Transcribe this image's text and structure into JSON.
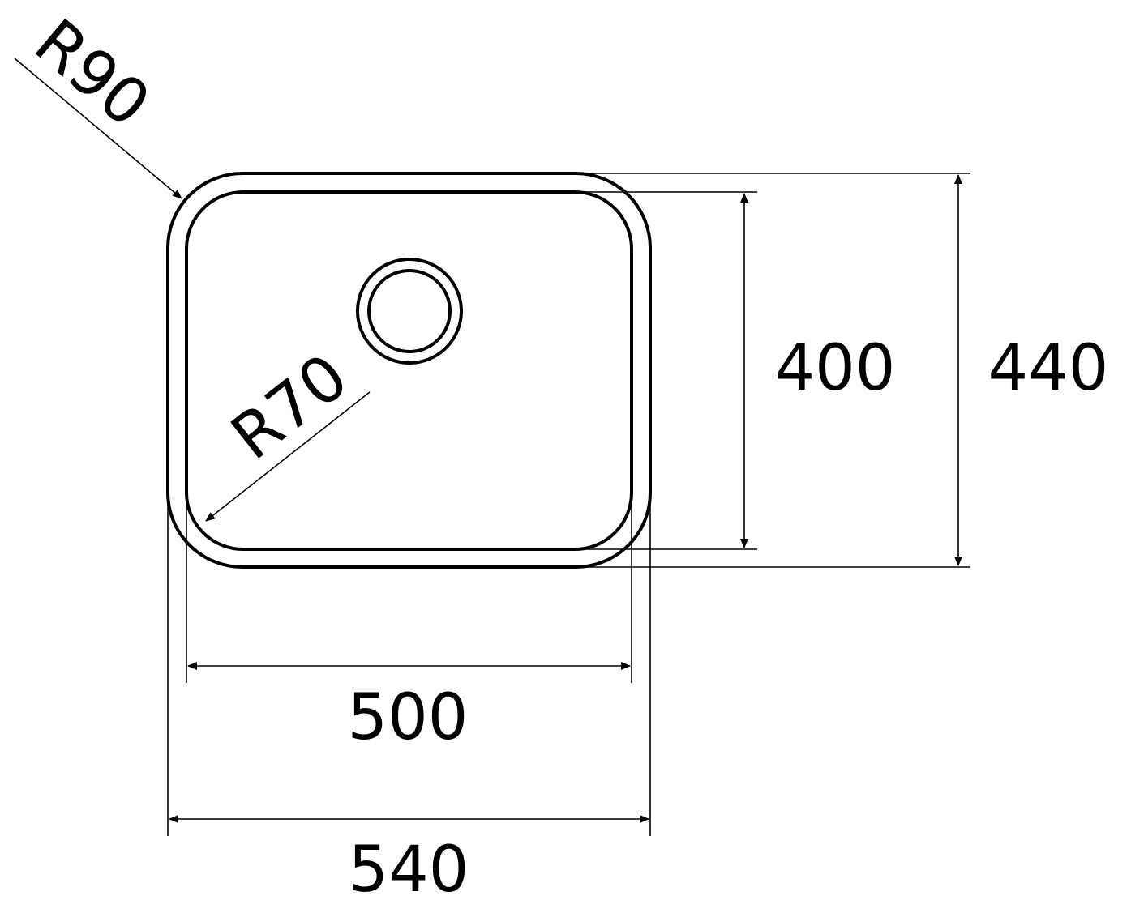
{
  "diagram": {
    "radius_outer_label": "R90",
    "radius_inner_label": "R70",
    "height_inner_label": "400",
    "height_outer_label": "440",
    "width_inner_label": "500",
    "width_outer_label": "540",
    "stroke_color": "#000000",
    "background_color": "#ffffff"
  }
}
